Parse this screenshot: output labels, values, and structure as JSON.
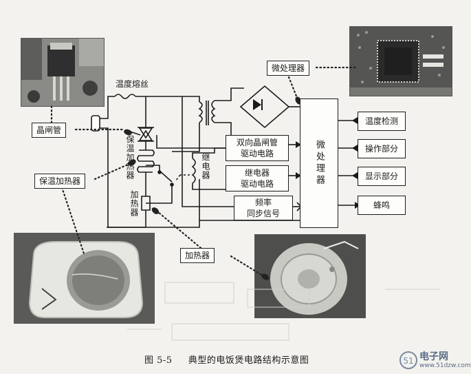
{
  "callouts": {
    "thyristor": "晶闸管",
    "microprocessor": "微处理器",
    "warm_heater": "保温加热器",
    "heater": "加热器"
  },
  "labels": {
    "temp_fuse": "温度熔丝",
    "warm_heater_vertical": "保温加热器",
    "relay_vertical": "继电器",
    "heater_vertical": "加热器"
  },
  "blocks": {
    "triac_driver": {
      "line1": "双向晶闸管",
      "line2": "驱动电路"
    },
    "relay_driver": {
      "line1": "继电器",
      "line2": "驱动电路"
    },
    "freq_sync": {
      "line1": "频率",
      "line2": "同步信号"
    },
    "mcu": "微处理器",
    "temp_detect": "温度检测",
    "operation": "操作部分",
    "display": "显示部分",
    "buzzer": "蜂鸣"
  },
  "caption": {
    "figure_no": "图 5-5",
    "title": "典型的电饭煲电路结构示意图"
  },
  "watermark": {
    "brand": "电子网",
    "url": "www.51dzw.com",
    "logo_text": "51"
  }
}
